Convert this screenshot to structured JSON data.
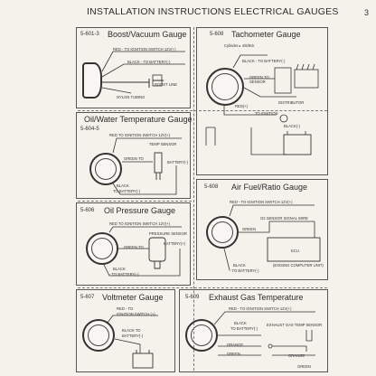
{
  "header": {
    "title": "INSTALLATION INSTRUCTIONS ELECTRICAL GAUGES",
    "page": "3"
  },
  "panels": {
    "boost": {
      "code": "5-601-3",
      "title": "Boost/Vacuum Gauge",
      "labels": [
        "RED - TO IGNITION SWITCH 12V(+)",
        "BLACK - TO BATTERY(-)",
        "BOOST LINE",
        "NYLON TUBING"
      ]
    },
    "tacho": {
      "code": "5-608",
      "title": "Tachometer Gauge",
      "labels": [
        "Cylinder ▸ 4/6/8ck",
        "BLACK - TO BATTERY(-)",
        "GREEN TO SENSOR",
        "DISTRIBUTOR",
        "RED(+)",
        "TO IGNITION",
        "BLACK(-)"
      ]
    },
    "oil_water": {
      "code": "5-604-5",
      "title": "Oil/Water Temperature Gauge",
      "labels": [
        "RED TO IGNITION SWITCH 12V(+)",
        "TEMP SENSOR",
        "GREEN TO",
        "BATTERY(-)",
        "BLACK",
        "TO BATTERY(-)"
      ]
    },
    "air_fuel": {
      "code": "5-608",
      "title": "Air Fuel/Ratio Gauge",
      "labels": [
        "RED - TO IGNITION SWITCH 12V(+)",
        "O2 SENSOR SIGNAL WIRE",
        "GREEN",
        "ECU",
        "(EXISING COMPUTER UNIT)",
        "BLACK",
        "- TO BATTERY(-)"
      ]
    },
    "oil_pressure": {
      "code": "5-606",
      "title": "Oil Pressure Gauge",
      "labels": [
        "RED TO IGNITION SWITCH 12V(+)",
        "PRESSURE SENSOR",
        "GREEN TO",
        "BATTERY(+)",
        "BLACK",
        "- TO BATTERY(-)"
      ]
    },
    "voltmeter": {
      "code": "5-607",
      "title": "Voltmeter Gauge",
      "labels": [
        "RED - TO",
        "IGNITION SWITCH (+)",
        "BLACK TO",
        "BATTERY(-)"
      ]
    },
    "egt": {
      "code": "5-609",
      "title": "Exhaust Gas Temperature",
      "labels": [
        "RED - TO IGNITION SWITCH 12V(+)",
        "BLACK",
        "TO BATTERY(-)",
        "EXHAUST GAS TEMP SENSOR",
        "ORANGE",
        "GREEN",
        "ORANGE",
        "GREEN"
      ]
    }
  }
}
